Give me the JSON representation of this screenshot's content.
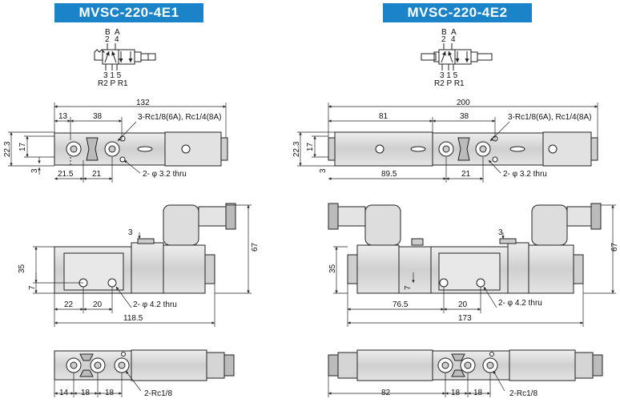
{
  "titles": {
    "left": "MVSC-220-4E1",
    "right": "MVSC-220-4E2"
  },
  "symbol": {
    "top": [
      "B",
      "A"
    ],
    "top_nums": [
      "2",
      "4"
    ],
    "bottom_nums": "3 1 5",
    "bottom_ports": "R2 P R1"
  },
  "left": {
    "top_view": {
      "overall": "132",
      "d13": "13",
      "d38": "38",
      "h22_3": "22.3",
      "h17": "17",
      "h3": "3",
      "d21_5": "21.5",
      "d21": "21",
      "port_note": "3-Rc1/8(6A), Rc1/4(8A)",
      "hole_note": "2- φ 3.2 thru"
    },
    "front_view": {
      "d3": "3",
      "h35": "35",
      "h7": "7",
      "h67": "67",
      "d22": "22",
      "d20": "20",
      "overall": "118.5",
      "hole_note": "2- φ 4.2 thru"
    },
    "bottom_view": {
      "d14": "14",
      "d18a": "18",
      "d18b": "18",
      "port_note": "2-Rc1/8"
    }
  },
  "right": {
    "top_view": {
      "overall": "200",
      "d81": "81",
      "d38": "38",
      "h22_3": "22.3",
      "h17": "17",
      "h3": "3",
      "d89_5": "89.5",
      "d21": "21",
      "port_note": "3-Rc1/8(6A), Rc1/4(8A)",
      "hole_note": "2- φ 3.2 thru"
    },
    "front_view": {
      "d3": "3",
      "h35": "35",
      "h7": "7",
      "h67": "67",
      "d76_5": "76.5",
      "d20": "20",
      "overall": "173",
      "hole_note": "2- φ 4.2 thru"
    },
    "bottom_view": {
      "d82": "82",
      "d18a": "18",
      "d18b": "18",
      "port_note": "2-Rc1/8"
    }
  },
  "colors": {
    "banner": "#1b84c9",
    "body_fill": "#d8d8d8",
    "line": "#222222"
  }
}
